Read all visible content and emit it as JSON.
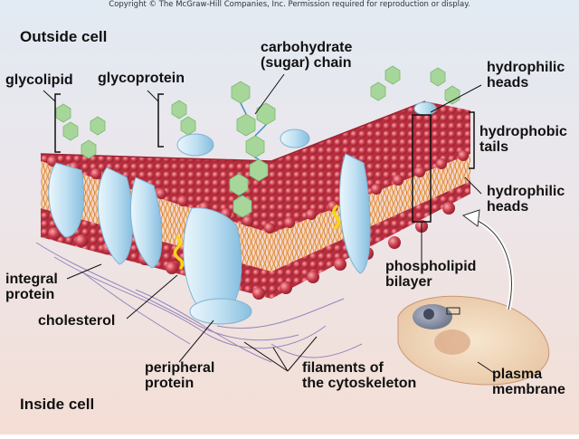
{
  "copyright": "Copyright © The McGraw-Hill Companies, Inc. Permission required for reproduction or display.",
  "regions": {
    "outside": "Outside cell",
    "inside": "Inside cell"
  },
  "labels": {
    "glycolipid": "glycolipid",
    "glycoprotein": "glycoprotein",
    "carbohydrate_chain": "carbohydrate\n(sugar) chain",
    "hydrophilic_heads_top": "hydrophilic\nheads",
    "hydrophobic_tails": "hydrophobic\ntails",
    "hydrophilic_heads_bottom": "hydrophilic\nheads",
    "phospholipid_bilayer": "phospholipid\nbilayer",
    "integral_protein": "integral\nprotein",
    "cholesterol": "cholesterol",
    "peripheral_protein": "peripheral\nprotein",
    "filaments_cytoskeleton": "filaments of\nthe cytoskeleton",
    "plasma_membrane": "plasma\nmembrane"
  },
  "colors": {
    "outside_bg": "#e3ebf3",
    "inside_bg": "#f3e0d8",
    "phospholipid_head": "#cc3b4b",
    "phospholipid_tail": "#e8942f",
    "protein": "#bfe0f2",
    "sugar": "#a7d69a",
    "cholesterol": "#f6d617",
    "filament": "#8478b6"
  }
}
